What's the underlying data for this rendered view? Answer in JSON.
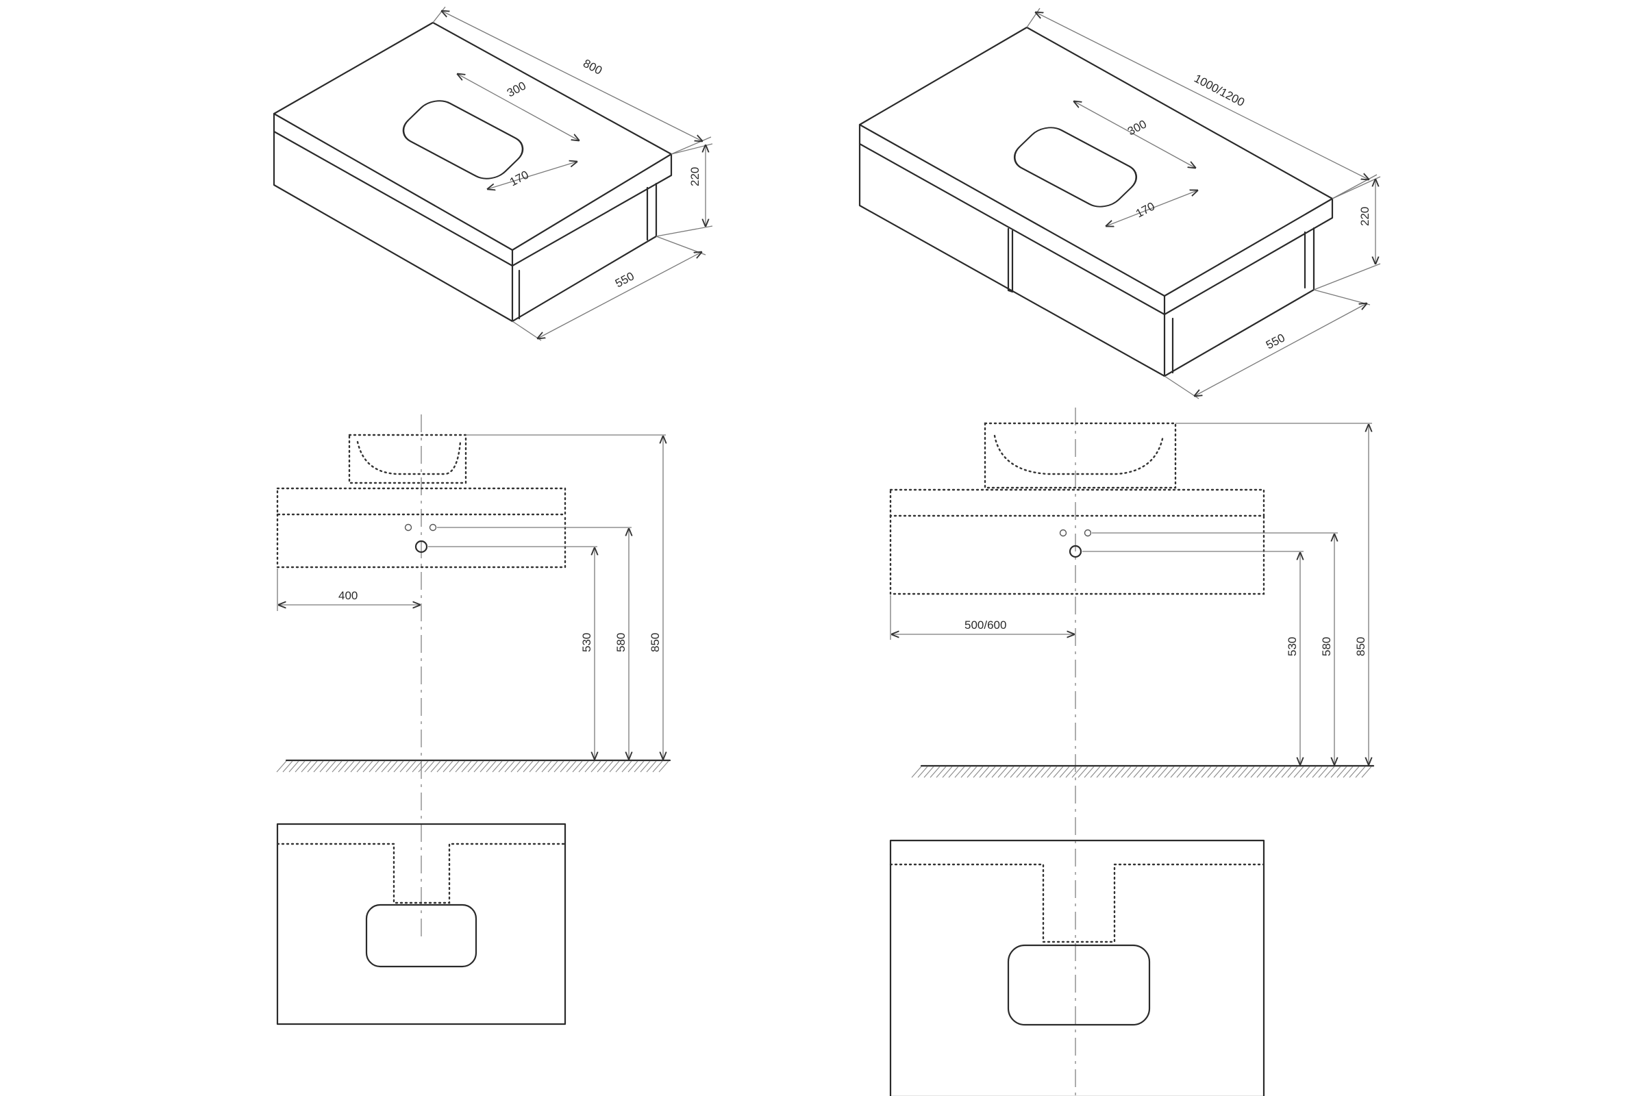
{
  "left": {
    "iso": {
      "width": "800",
      "bowl_width": "300",
      "bowl_depth": "170",
      "height": "220",
      "depth": "550"
    },
    "front": {
      "offset": "400",
      "h1": "530",
      "h2": "580",
      "h3": "850"
    }
  },
  "right": {
    "iso": {
      "width": "1000/1200",
      "bowl_width": "300",
      "bowl_depth": "170",
      "height": "220",
      "depth": "550"
    },
    "front": {
      "offset": "500/600",
      "h1": "530",
      "h2": "580",
      "h3": "850"
    }
  },
  "colors": {
    "line": "#2a2a2a",
    "dimension": "#7a7a7a",
    "background": "#ffffff"
  }
}
